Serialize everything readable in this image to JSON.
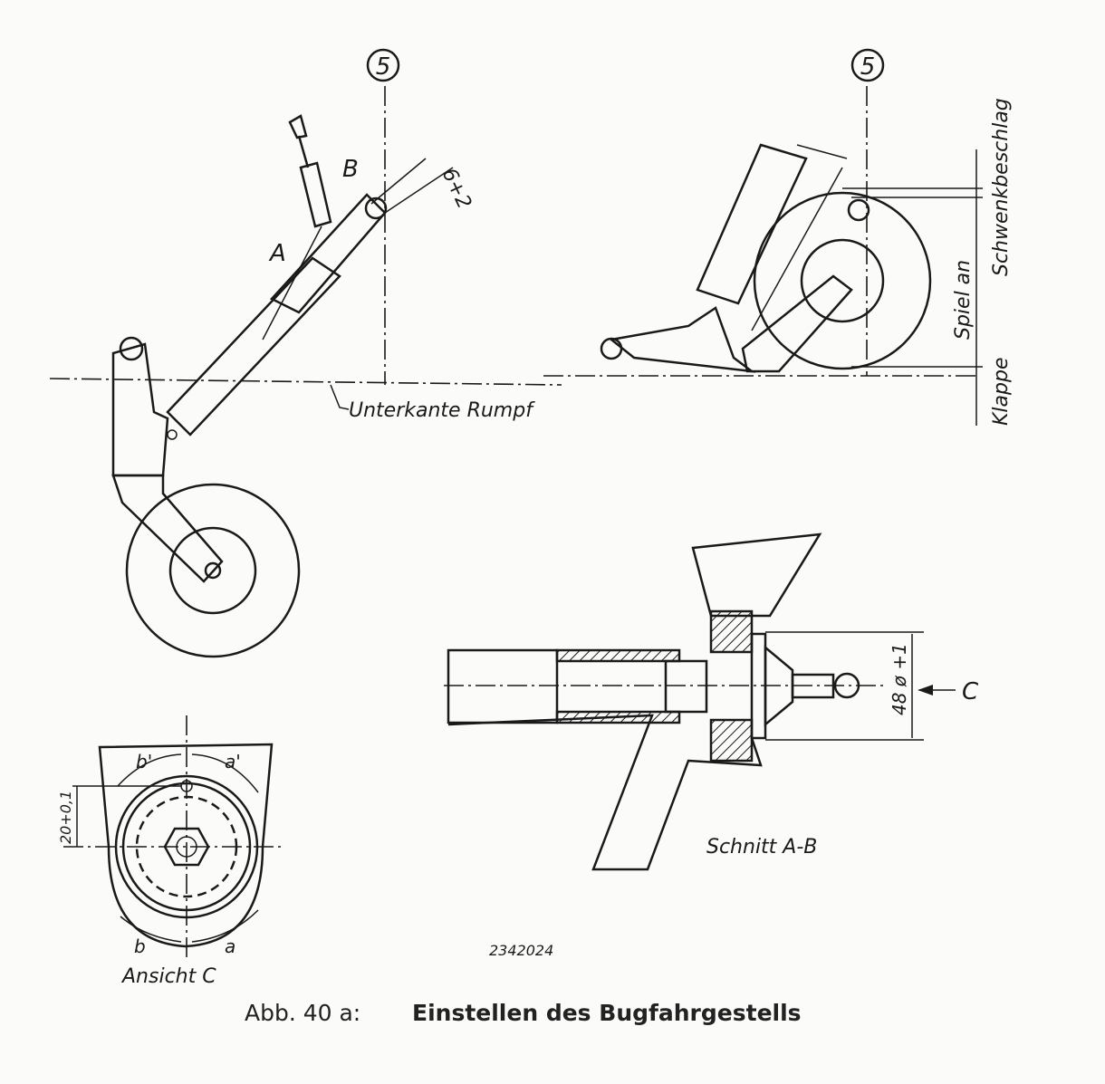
{
  "figure": {
    "caption_number": "Abb. 40 a:",
    "caption_title": "Einstellen des Bugfahrgestells",
    "drawing_number": "2342024"
  },
  "side_view_extended": {
    "station_marker": "5",
    "label_a": "A",
    "label_b": "B",
    "dimension": "6+2",
    "reference_line": "Unterkante Rumpf"
  },
  "side_view_retracted": {
    "station_marker": "5",
    "label_line1": "Schwenkbeschlag",
    "label_line2": "Spiel an",
    "label_line3": "Klappe"
  },
  "section_view": {
    "title": "Schnitt A-B",
    "dimension": "48 ø +1",
    "view_arrow_label": "C"
  },
  "detail_view": {
    "title": "Ansicht C",
    "dimension": "20+0,1",
    "arc_top_left": "b'",
    "arc_top_right": "a'",
    "arc_bottom_left": "b",
    "arc_bottom_right": "a"
  }
}
